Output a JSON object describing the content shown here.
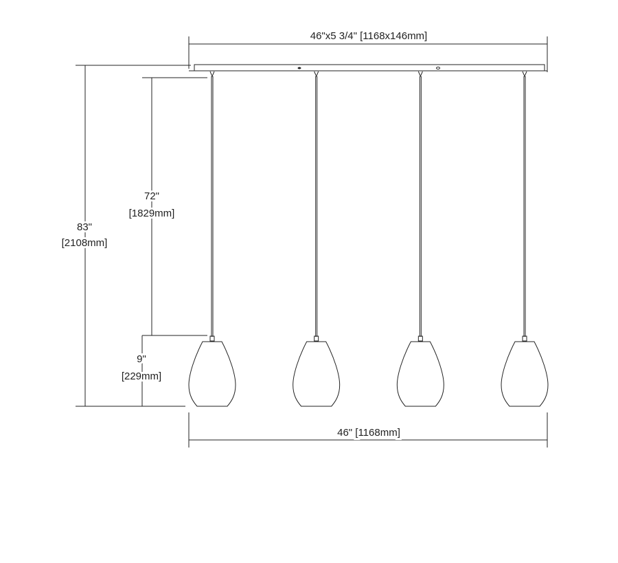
{
  "dimensions": {
    "canopy": "46\"x5 3/4\" [1168x146mm]",
    "overall_height": {
      "imperial": "83\"",
      "metric": "[2108mm]"
    },
    "cord_length": {
      "imperial": "72\"",
      "metric": "[1829mm]"
    },
    "shade_height": {
      "imperial": "9\"",
      "metric": "[229mm]"
    },
    "overall_width": "46\" [1168mm]"
  },
  "pendant_count": 4,
  "line_color": "#222222"
}
